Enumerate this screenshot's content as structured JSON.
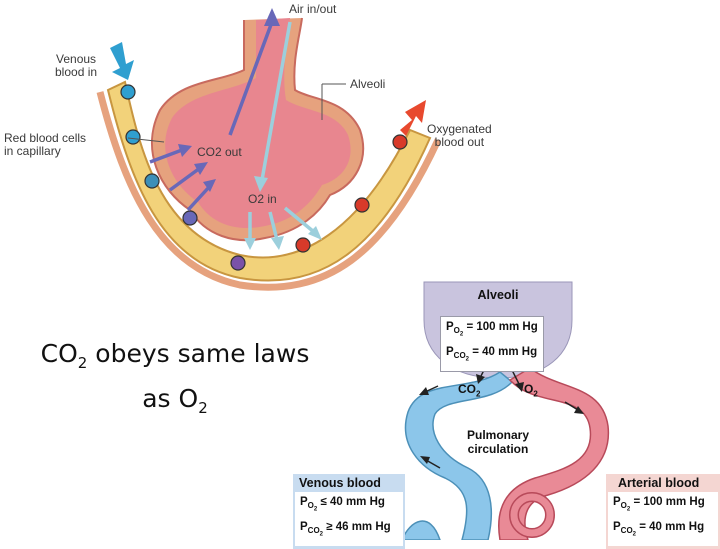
{
  "top_figure": {
    "air_in_out": "Air in/out",
    "venous_blood_in": [
      "Venous",
      "blood in"
    ],
    "alveoli": "Alveoli",
    "oxygenated_blood_out": [
      "Oxygenated",
      "blood out"
    ],
    "red_blood_cells": [
      "Red blood cells",
      "in capillary"
    ],
    "co2_out": "CO2 out",
    "o2_in": "O2 in"
  },
  "caption": {
    "line1_prefix": "CO",
    "line1_sub": "2",
    "line1_suffix": " obeys same laws",
    "line2_prefix": "as O",
    "line2_sub": "2"
  },
  "bottom_figure": {
    "alveoli_title": "Alveoli",
    "alveoli_po2_value": "= 100 mm Hg",
    "alveoli_pco2_value": "= 40 mm Hg",
    "co2_label": "CO",
    "co2_sub": "2",
    "o2_label": "O",
    "o2_sub": "2",
    "pulmonary_circulation": [
      "Pulmonary",
      "circulation"
    ],
    "venous_title": "Venous blood",
    "venous_po2_value": "≤ 40 mm Hg",
    "venous_pco2_value": "≥ 46 mm Hg",
    "arterial_title": "Arterial blood",
    "arterial_po2_value": "= 100 mm Hg",
    "arterial_pco2_value": "= 40 mm Hg",
    "p_symbol": "P",
    "o2_subscript": "O",
    "co2_subscript": "CO",
    "two": "2"
  },
  "colors": {
    "alveolus_fill": "#e8868f",
    "capillary_fill": "#f2d27a",
    "venous_arrow": "#2f9fd0",
    "arterial_arrow": "#e8492e",
    "co2_arrow": "#6868b8",
    "o2_arrow": "#9ccfdc",
    "venous_vessel": "#8cc6ea",
    "arterial_vessel": "#e98a96",
    "alveoli_box": "#c9c4de"
  }
}
